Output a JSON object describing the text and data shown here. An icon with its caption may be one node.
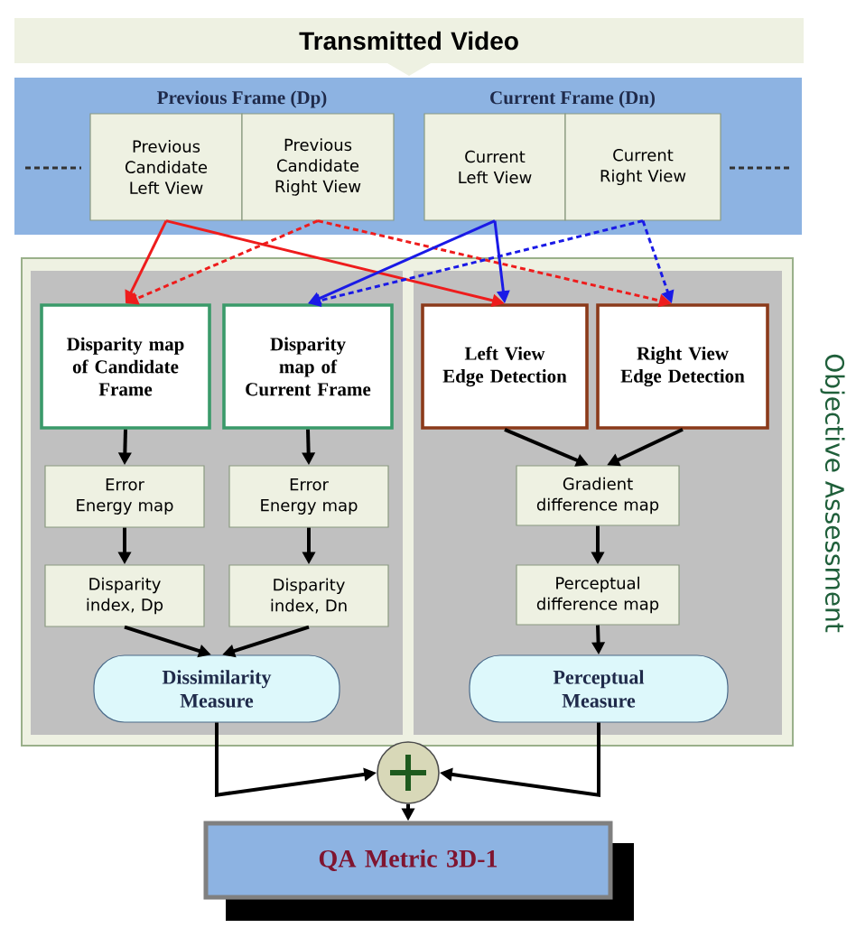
{
  "diagram": {
    "nodes": [
      {
        "text": [
          "Transmitted Video"
        ]
      },
      {
        "text": [
          "Previous Frame (Dp)",
          "Current Frame (Dn)"
        ]
      },
      {
        "text": [
          "Previous Candidate Left View"
        ],
        "in": 1
      },
      {
        "text": [
          "Previous Candidate Right View"
        ],
        "in": 1
      },
      {
        "text": [
          "Current Left View"
        ],
        "in": 1
      },
      {
        "text": [
          "Current Right View"
        ],
        "in": 1
      },
      {
        "text": [
          "Objective Assessment"
        ]
      },
      {
        "text": [],
        "shape": "box",
        "in": 6
      },
      {
        "text": [],
        "shape": "box",
        "in": 6
      },
      {
        "text": [
          "Disparity map of Candidate Frame"
        ],
        "in": 7
      },
      {
        "text": [
          "Disparity map of Current Frame"
        ],
        "in": 7
      },
      {
        "text": [
          "Left View Edge Detection"
        ],
        "in": 8
      },
      {
        "text": [
          "Right View Edge Detection"
        ],
        "in": 8
      },
      {
        "text": [
          "Error Energy map"
        ],
        "in": 7
      },
      {
        "text": [
          "Error Energy map"
        ],
        "in": 7
      },
      {
        "text": [
          "Disparity index, Dp"
        ],
        "in": 7
      },
      {
        "text": [
          "Disparity index, Dn"
        ],
        "in": 7
      },
      {
        "text": [
          "Dissimilarity Measure"
        ],
        "in": 7
      },
      {
        "text": [
          "Gradient difference map"
        ],
        "in": 8
      },
      {
        "text": [
          "Perceptual difference map"
        ],
        "in": 8
      },
      {
        "text": [
          "Perceptual Measure"
        ],
        "in": 8
      },
      {
        "text": [],
        "shape": "circle"
      },
      {
        "text": [
          "QA  Metric 3D-1"
        ]
      }
    ],
    "edges": [
      {
        "from": 2,
        "to": 9,
        "arrow": "to",
        "color": "#ee1c1c"
      },
      {
        "from": 2,
        "to": 11,
        "arrow": "to",
        "color": "#ee1c1c"
      },
      {
        "from": 3,
        "to": 9,
        "arrow": "to",
        "style": "dashed",
        "color": "#ee1c1c"
      },
      {
        "from": 3,
        "to": 12,
        "arrow": "to",
        "style": "dashed",
        "color": "#ee1c1c"
      },
      {
        "from": 4,
        "to": 10,
        "arrow": "to",
        "color": "#1a1ae6"
      },
      {
        "from": 4,
        "to": 11,
        "arrow": "to",
        "color": "#1a1ae6"
      },
      {
        "from": 5,
        "to": 10,
        "arrow": "to",
        "style": "dashed",
        "color": "#1a1ae6"
      },
      {
        "from": 5,
        "to": 12,
        "arrow": "to",
        "style": "dashed",
        "color": "#1a1ae6"
      },
      {
        "from": 9,
        "to": 13,
        "arrow": "to"
      },
      {
        "from": 13,
        "to": 15,
        "arrow": "to"
      },
      {
        "from": 10,
        "to": 14,
        "arrow": "to"
      },
      {
        "from": 14,
        "to": 16,
        "arrow": "to"
      },
      {
        "from": 15,
        "to": 17,
        "arrow": "to"
      },
      {
        "from": 16,
        "to": 17,
        "arrow": "to"
      },
      {
        "from": 11,
        "to": 18,
        "arrow": "to"
      },
      {
        "from": 12,
        "to": 18,
        "arrow": "to"
      },
      {
        "from": 18,
        "to": 19,
        "arrow": "to"
      },
      {
        "from": 19,
        "to": 20,
        "arrow": "to"
      },
      {
        "from": 17,
        "to": 21,
        "arrow": "to"
      },
      {
        "from": 20,
        "to": 21,
        "arrow": "to"
      },
      {
        "from": 21,
        "to": 22,
        "arrow": "to"
      }
    ]
  }
}
